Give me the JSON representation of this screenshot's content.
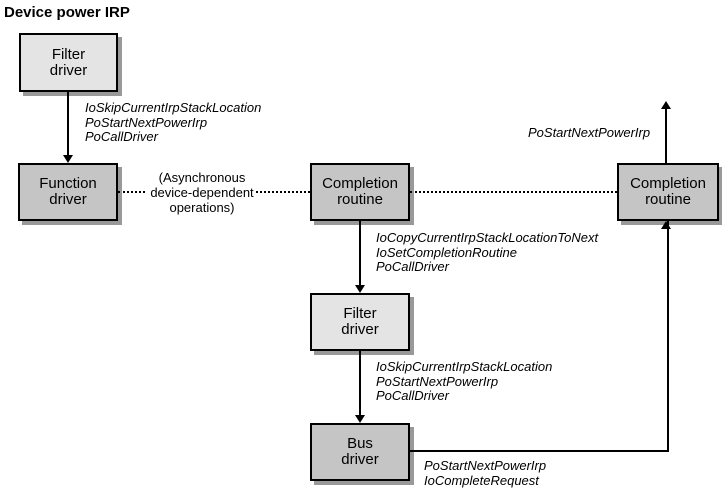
{
  "title": "Device power IRP",
  "colors": {
    "background": "#ffffff",
    "box_border": "#000000",
    "filter_box_fill": "#e4e4e4",
    "driver_box_fill": "#c5c5c5",
    "shadow": "#999999",
    "line": "#000000",
    "text": "#000000"
  },
  "boxes": {
    "filter_top": {
      "label": "Filter\ndriver"
    },
    "function_driver": {
      "label": "Function\ndriver"
    },
    "completion_center": {
      "label": "Completion\nroutine"
    },
    "completion_right": {
      "label": "Completion\nroutine"
    },
    "filter_mid": {
      "label": "Filter\ndriver"
    },
    "bus_driver": {
      "label": "Bus\ndriver"
    }
  },
  "annotations": {
    "filter_top_calls": {
      "lines": [
        "IoSkipCurrentIrpStackLocation",
        "PoStartNextPowerIrp",
        "PoCallDriver"
      ]
    },
    "async_note": {
      "lines": [
        "(Asynchronous",
        "device-dependent",
        "operations)"
      ]
    },
    "completion_center_calls": {
      "lines": [
        "IoCopyCurrentIrpStackLocationToNext",
        "IoSetCompletionRoutine",
        "PoCallDriver"
      ]
    },
    "filter_mid_calls": {
      "lines": [
        "IoSkipCurrentIrpStackLocation",
        "PoStartNextPowerIrp",
        "PoCallDriver"
      ]
    },
    "bus_calls": {
      "lines": [
        "PoStartNextPowerIrp",
        "IoCompleteRequest"
      ]
    },
    "completion_right_call": {
      "lines": [
        "PoStartNextPowerIrp"
      ]
    }
  }
}
